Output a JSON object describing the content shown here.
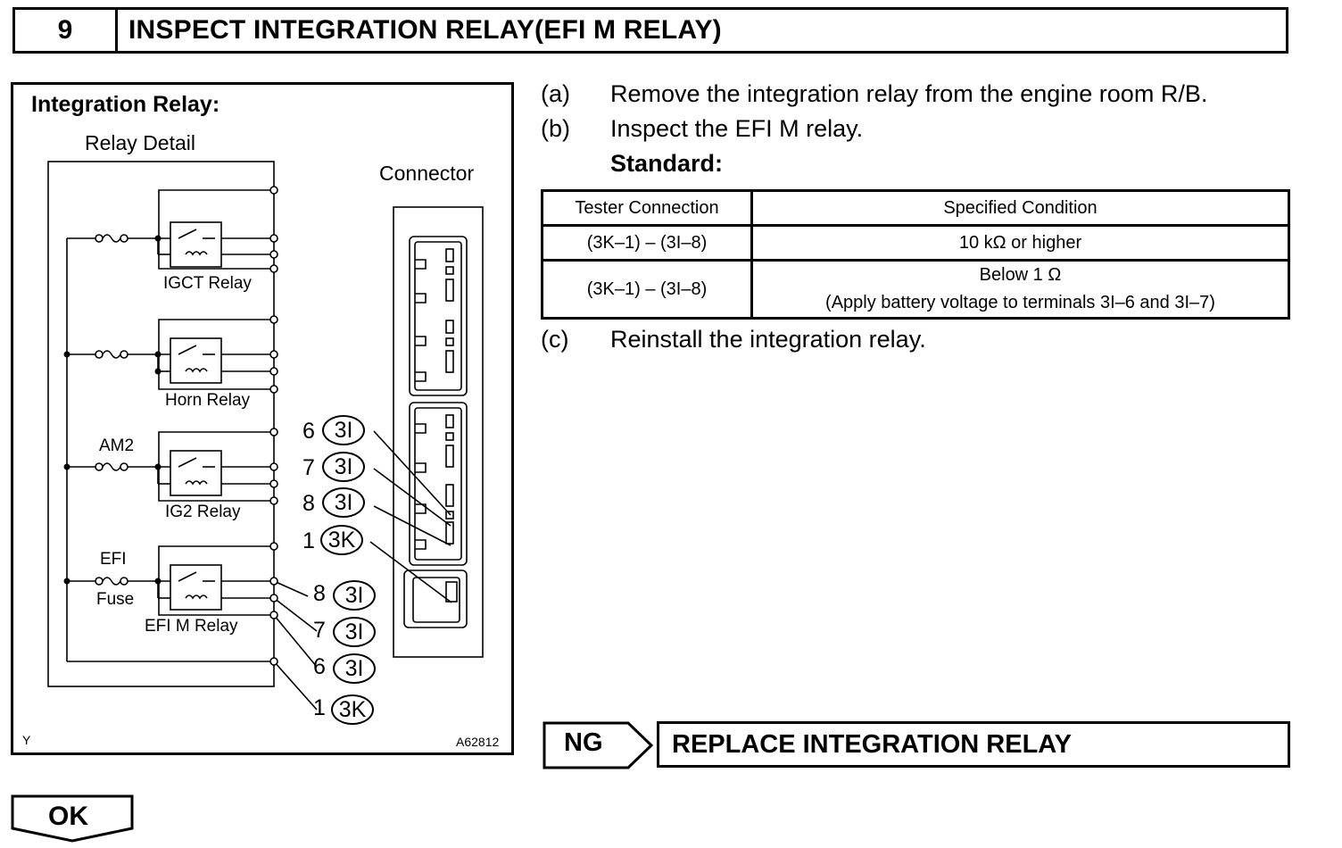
{
  "header": {
    "step_number": "9",
    "title": "INSPECT INTEGRATION RELAY(EFI M RELAY)"
  },
  "figure": {
    "title": "Integration Relay:",
    "relay_detail_label": "Relay Detail",
    "connector_label": "Connector",
    "relays": [
      "IGCT Relay",
      "Horn Relay",
      "IG2 Relay",
      "EFI M Relay"
    ],
    "am2_label": "AM2",
    "efi_label": "EFI",
    "fuse_label": "Fuse",
    "left_pins": [
      {
        "num": "6",
        "conn": "3I"
      },
      {
        "num": "7",
        "conn": "3I"
      },
      {
        "num": "8",
        "conn": "3I"
      },
      {
        "num": "1",
        "conn": "3K"
      }
    ],
    "right_pins": [
      {
        "num": "8",
        "conn": "3I"
      },
      {
        "num": "7",
        "conn": "3I"
      },
      {
        "num": "6",
        "conn": "3I"
      },
      {
        "num": "1",
        "conn": "3K"
      }
    ],
    "corner_code": "Y",
    "figure_id": "A62812"
  },
  "steps": {
    "a": {
      "letter": "(a)",
      "text": "Remove the integration relay from the engine room R/B."
    },
    "b": {
      "letter": "(b)",
      "text": "Inspect the EFI M relay."
    },
    "c": {
      "letter": "(c)",
      "text": "Reinstall the integration relay."
    }
  },
  "standard_label": "Standard:",
  "table": {
    "headers": [
      "Tester Connection",
      "Specified Condition"
    ],
    "rows": [
      {
        "connection": "(3K–1) – (3I–8)",
        "condition": "10 kΩ or higher",
        "note": ""
      },
      {
        "connection": "(3K–1) – (3I–8)",
        "condition": "Below 1 Ω",
        "note": "(Apply battery voltage to terminals 3I–6 and 3I–7)"
      }
    ]
  },
  "result": {
    "ng_label": "NG",
    "ng_action": "REPLACE INTEGRATION RELAY",
    "ok_label": "OK"
  }
}
